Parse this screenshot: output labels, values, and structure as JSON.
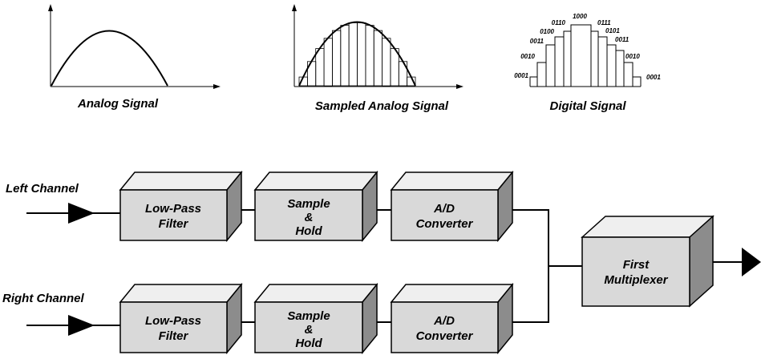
{
  "captions": {
    "analog": "Analog Signal",
    "sampled": "Sampled Analog Signal",
    "digital": "Digital Signal"
  },
  "digital_codes": {
    "left": [
      "0001",
      "0010",
      "0011",
      "0100",
      "0110"
    ],
    "top": "1000",
    "right": [
      "0111",
      "0101",
      "0011",
      "0010",
      "0001"
    ]
  },
  "channels": {
    "left": "Left Channel",
    "right": "Right Channel"
  },
  "blocks": {
    "lpf_line1": "Low-Pass",
    "lpf_line2": "Filter",
    "sh_line1": "Sample",
    "sh_line2": "&",
    "sh_line3": "Hold",
    "ad_line1": "A/D",
    "ad_line2": "Converter",
    "mux_line1": "First",
    "mux_line2": "Multiplexer"
  }
}
